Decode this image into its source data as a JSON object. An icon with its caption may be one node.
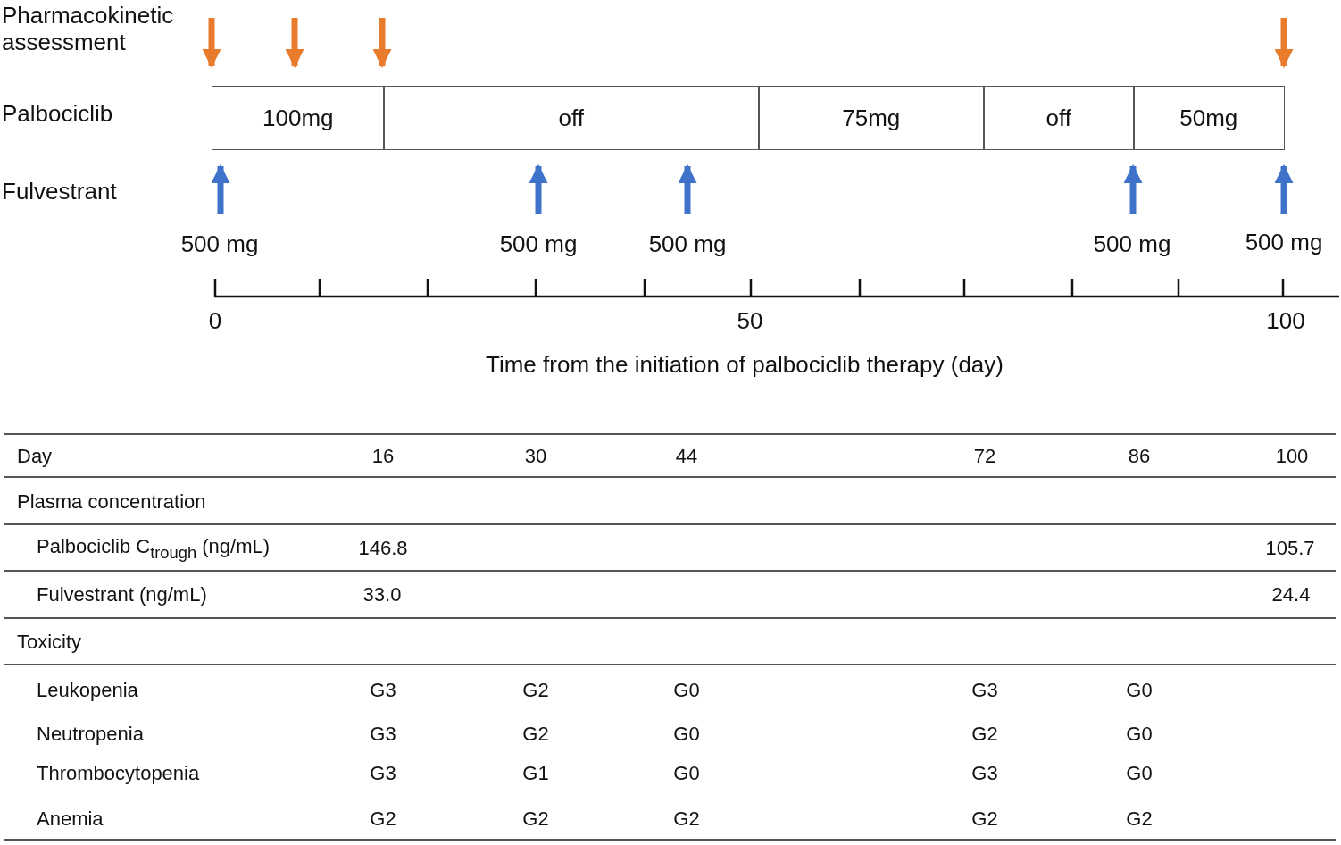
{
  "diagram": {
    "nodes": [
      {
        "text": [
          "100mg"
        ]
      },
      {
        "text": [
          "off"
        ]
      },
      {
        "text": [
          "75mg"
        ]
      },
      {
        "text": [
          "off"
        ]
      },
      {
        "text": [
          "50mg"
        ]
      }
    ],
    "labels": [
      "Pharmacokinetic assessment",
      "Palbociclib",
      "Fulvestrant",
      "500 mg",
      "500 mg",
      "500 mg",
      "500 mg",
      "500 mg",
      "0",
      "50",
      "100",
      "Time from the initiation of palbociclib therapy (day)",
      "Day",
      "16",
      "30",
      "44",
      "72",
      "86",
      "100",
      "Plasma concentration",
      "Palbociclib C$_{trough}$ (ng/mL)",
      "146.8",
      "105.7",
      "Fulvestrant (ng/mL)",
      "33.0",
      "24.4",
      "Toxicity",
      "Leukopenia",
      "G3",
      "G2",
      "G0",
      "G3",
      "G0",
      "Neutropenia",
      "G3",
      "G2",
      "G0",
      "G2",
      "G0",
      "Thrombocytopenia",
      "G3",
      "G1",
      "G0",
      "G3",
      "G0",
      "Anemia",
      "G2",
      "G2",
      "G2",
      "G2",
      "G2"
    ]
  }
}
